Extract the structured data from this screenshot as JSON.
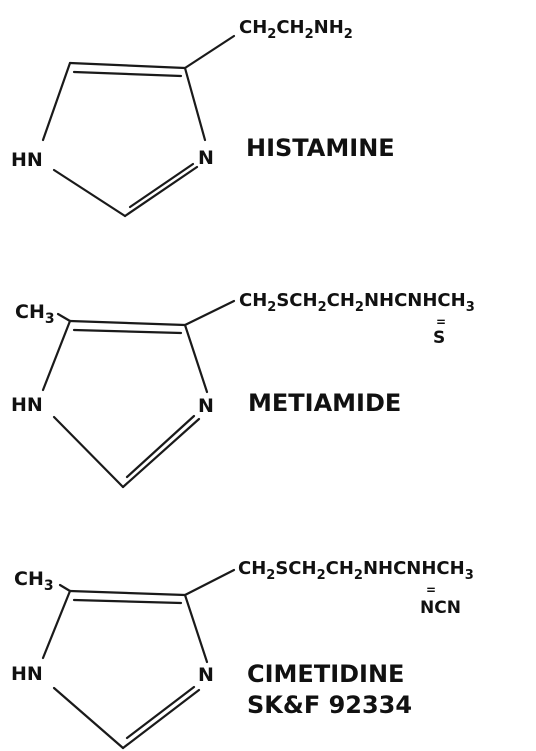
{
  "molecules": [
    {
      "name": "HISTAMINE",
      "code": "",
      "methyl": {
        "base": "",
        "sub": ""
      },
      "ring": {
        "n1_label": "HN",
        "n3_label": "N"
      },
      "chain": [
        {
          "t": "CH",
          "sub": false
        },
        {
          "t": "2",
          "sub": true
        },
        {
          "t": "CH",
          "sub": false
        },
        {
          "t": "2",
          "sub": true
        },
        {
          "t": "NH",
          "sub": false
        },
        {
          "t": "2",
          "sub": true
        }
      ],
      "pendant": {
        "eq": "",
        "label": ""
      }
    },
    {
      "name": "METIAMIDE",
      "code": "",
      "methyl": {
        "base": "CH",
        "sub": "3"
      },
      "ring": {
        "n1_label": "HN",
        "n3_label": "N"
      },
      "chain": [
        {
          "t": "CH",
          "sub": false
        },
        {
          "t": "2",
          "sub": true
        },
        {
          "t": "SCH",
          "sub": false
        },
        {
          "t": "2",
          "sub": true
        },
        {
          "t": "CH",
          "sub": false
        },
        {
          "t": "2",
          "sub": true
        },
        {
          "t": "NHCNHCH",
          "sub": false
        },
        {
          "t": "3",
          "sub": true
        }
      ],
      "pendant": {
        "eq": "=",
        "label": "S"
      }
    },
    {
      "name": "CIMETIDINE",
      "code": "SK&F 92334",
      "methyl": {
        "base": "CH",
        "sub": "3"
      },
      "ring": {
        "n1_label": "HN",
        "n3_label": "N"
      },
      "chain": [
        {
          "t": "CH",
          "sub": false
        },
        {
          "t": "2",
          "sub": true
        },
        {
          "t": "SCH",
          "sub": false
        },
        {
          "t": "2",
          "sub": true
        },
        {
          "t": "CH",
          "sub": false
        },
        {
          "t": "2",
          "sub": true
        },
        {
          "t": "NHCNHCH",
          "sub": false
        },
        {
          "t": "3",
          "sub": true
        }
      ],
      "pendant": {
        "eq": "=",
        "label": "NCN"
      }
    }
  ]
}
